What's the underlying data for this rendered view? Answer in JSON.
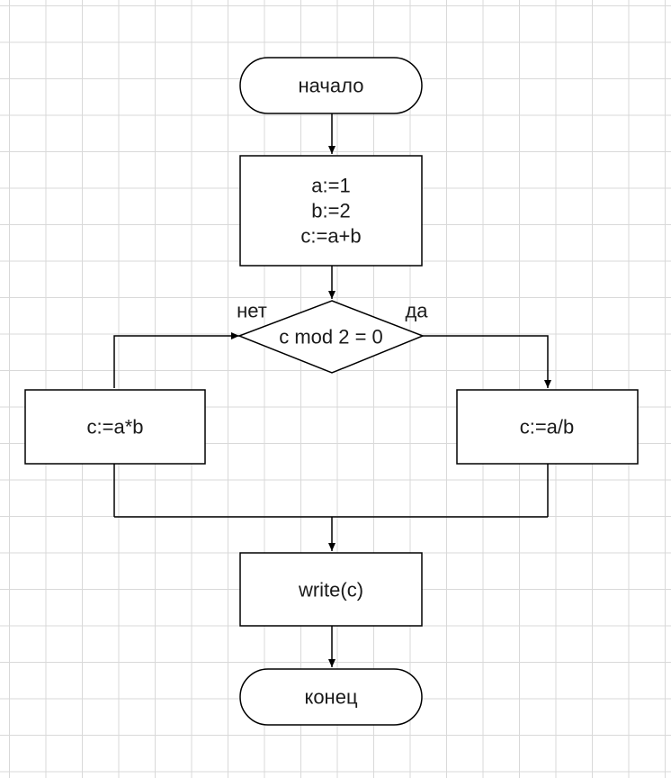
{
  "flowchart": {
    "start": {
      "label": "начало"
    },
    "assign_block": {
      "lines": [
        "a:=1",
        "b:=2",
        "c:=a+b"
      ]
    },
    "decision": {
      "label": "c mod 2 = 0",
      "no_label": "нет",
      "yes_label": "да"
    },
    "no_branch": {
      "label": "c:=a*b"
    },
    "yes_branch": {
      "label": "c:=a/b"
    },
    "output": {
      "label": "write(c)"
    },
    "end": {
      "label": "конец"
    }
  }
}
